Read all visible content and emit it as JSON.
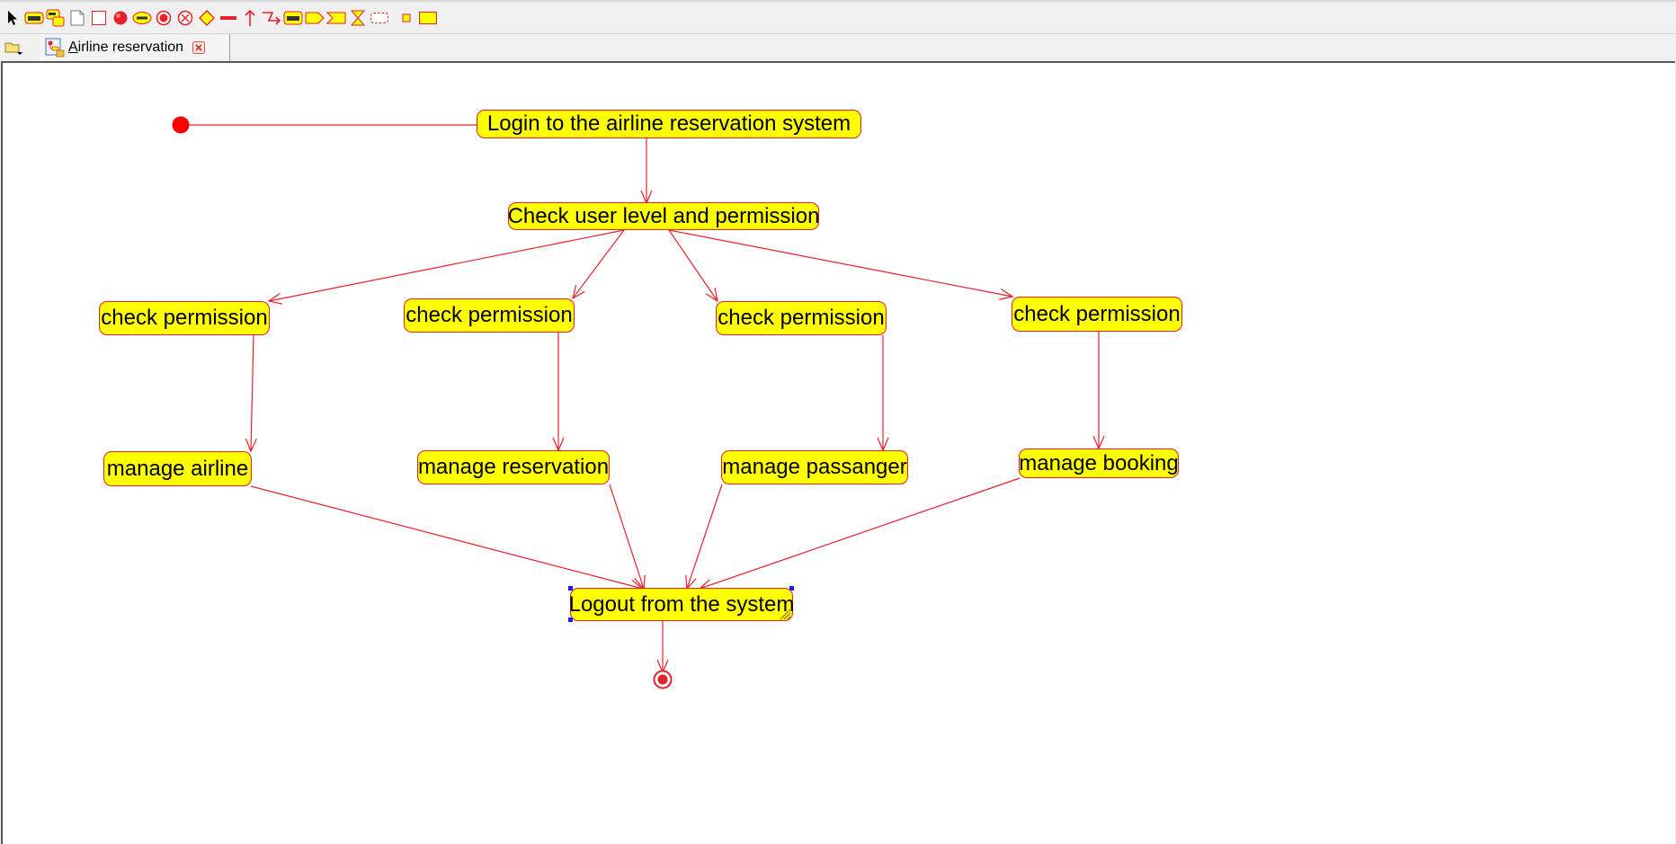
{
  "palette": {
    "tools": [
      "select-pointer-icon",
      "activity-state-icon",
      "composite-state-icon",
      "note-icon",
      "rectangle-icon",
      "filled-circle-icon",
      "named-oval-icon",
      "final-state-icon",
      "flow-final-icon",
      "decision-diamond-icon",
      "fork-bar-icon",
      "arrow-up-icon",
      "lightning-flow-icon",
      "subactivity-icon",
      "send-signal-icon",
      "receive-signal-icon",
      "hourglass-icon",
      "dashed-region-icon",
      "small-state-icon",
      "object-node-icon"
    ]
  },
  "tabs": [
    {
      "label_mnemonic": "A",
      "label_rest": "irline reservation"
    }
  ],
  "diagram": {
    "nodes": {
      "login": "Login to the airline reservation system",
      "check_level": "Check user level and permission",
      "perm1": "check permission",
      "perm2": "check permission",
      "perm3": "check permission",
      "perm4": "check permission",
      "manage_airline": "manage airline",
      "manage_reservation": "manage reservation",
      "manage_passanger": "manage passanger",
      "manage_booking": "manage booking",
      "logout": "Logout from the system"
    },
    "colors": {
      "node_fill": "#ffff00",
      "node_border": "#e8202a",
      "edge": "#e8202a",
      "initial": "#ff0000",
      "selection_handle": "#1a1aff"
    }
  }
}
